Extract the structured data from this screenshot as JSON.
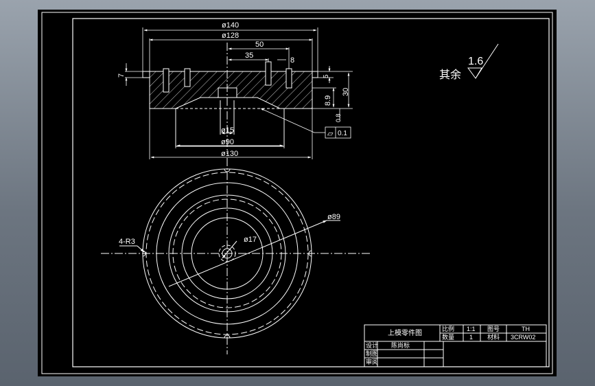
{
  "drawing": {
    "dimensions": {
      "d140": "ø140",
      "d128": "ø128",
      "l50": "50",
      "l35": "35",
      "l8": "8",
      "l7": "7",
      "l5": "5",
      "l30": "30",
      "l89": "8.9",
      "l08": "0.8",
      "d15": "ø15",
      "d90": "ø90",
      "d130": "ø130",
      "r3": "4-R3",
      "d17": "ø17",
      "d89": "ø89"
    },
    "tolerance": {
      "symbol": "▱",
      "value": "0.1"
    },
    "surface": {
      "label": "其余",
      "value": "1.6"
    }
  },
  "title_block": {
    "part_name": "上模零件图",
    "scale_label": "比例",
    "scale_value": "1:1",
    "drawing_no_label": "图号",
    "drawing_no_value": "TH",
    "quantity_label": "数量",
    "quantity_value": "1",
    "material_label": "材料",
    "material_value": "3CRW02",
    "designer_label": "设计",
    "designer_value": "陈尚标",
    "drafter_label": "制图",
    "reviewer_label": "审阅"
  }
}
